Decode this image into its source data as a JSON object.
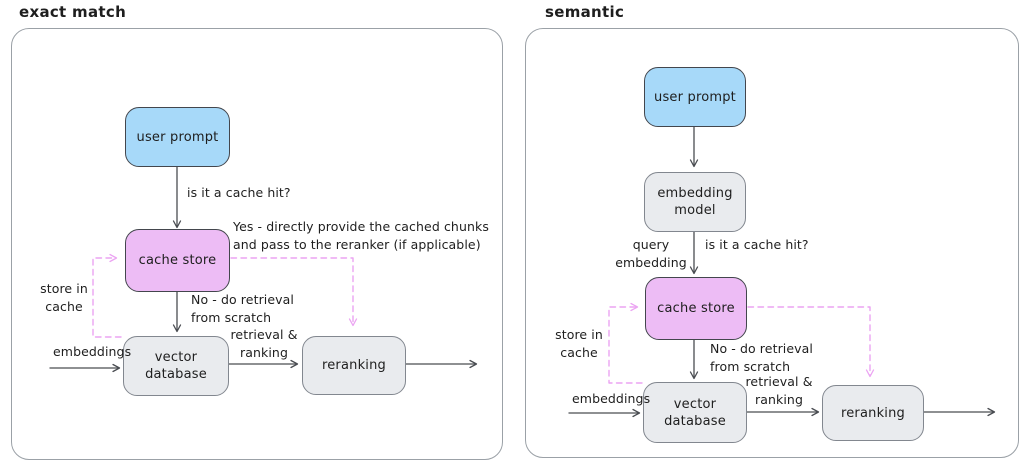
{
  "colors": {
    "node_blue": "#a7d9f9",
    "node_pink": "#edbcf5",
    "node_gray": "#e9ebee",
    "stroke_dark": "#43464d",
    "stroke_gray": "#82878f",
    "container_border": "#9ba1a7",
    "arrow": "#4a4d52",
    "dashed_pink": "#eba4f2",
    "text": "#1e1e1e",
    "bg": "#ffffff"
  },
  "exact_panel": {
    "title": "exact match",
    "nodes": {
      "user_prompt": "user prompt",
      "cache_store": "cache store",
      "vector_database": "vector\ndatabase",
      "reranking": "reranking"
    },
    "labels": {
      "cache_hit_question": "is it a cache hit?",
      "yes_branch": "Yes - directly provide the cached chunks\nand pass to the reranker (if applicable)",
      "no_branch": "No - do retrieval\nfrom scratch",
      "store_in_cache": "store in\ncache",
      "embeddings": "embeddings",
      "retrieval_ranking": "retrieval &\nranking"
    }
  },
  "semantic_panel": {
    "title": "semantic",
    "nodes": {
      "user_prompt": "user prompt",
      "embedding_model": "embedding\nmodel",
      "cache_store": "cache store",
      "vector_database": "vector\ndatabase",
      "reranking": "reranking"
    },
    "labels": {
      "query_embedding": "query\nembedding",
      "cache_hit_question": "is it a cache hit?",
      "no_branch": "No - do retrieval\nfrom scratch",
      "store_in_cache": "store in\ncache",
      "embeddings": "embeddings",
      "retrieval_ranking": "retrieval &\nranking"
    }
  }
}
